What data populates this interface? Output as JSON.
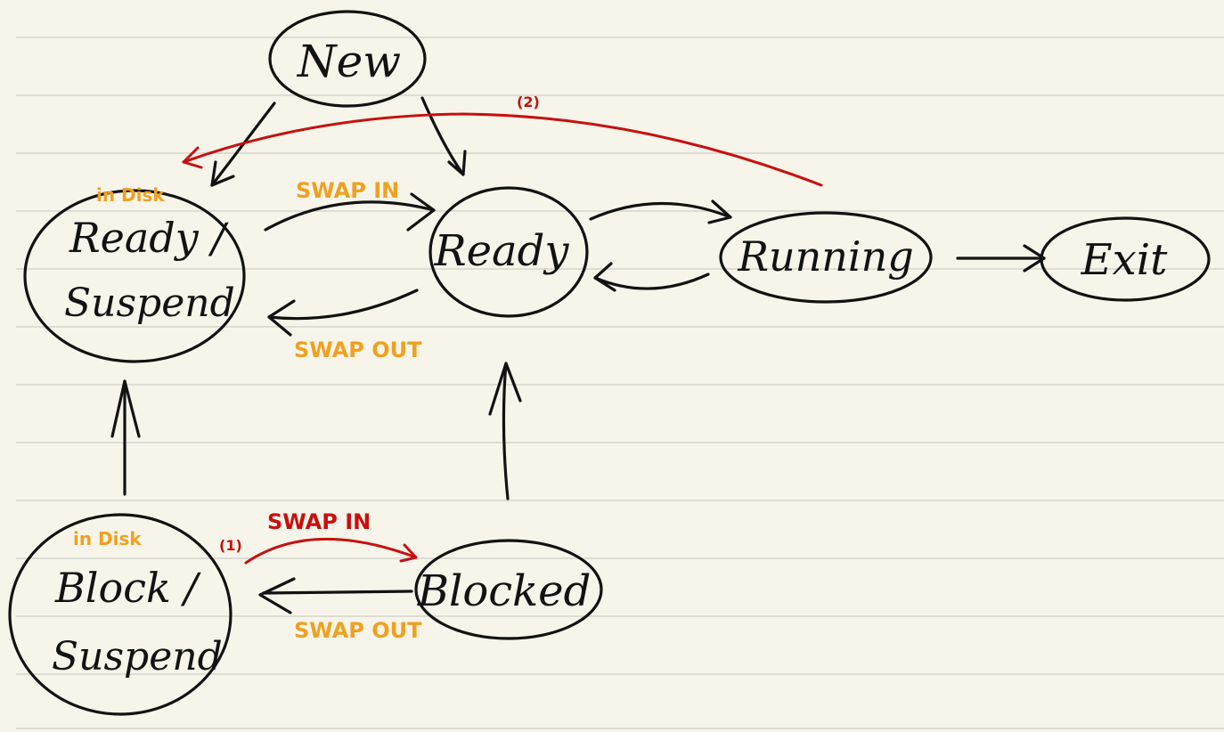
{
  "colors": {
    "paper": "#f7f5ea",
    "rule": "#d6d5cc",
    "ink": "#121212",
    "red": "#c80f0f",
    "orange": "#f0a020"
  },
  "nodes": {
    "new": "New",
    "ready_suspend_line1": "Ready /",
    "ready_suspend_line2": "Suspend",
    "ready": "Ready",
    "running": "Running",
    "exit": "Exit",
    "block_suspend_line1": "Block /",
    "block_suspend_line2": "Suspend",
    "blocked": "Blocked"
  },
  "annotations": {
    "in_disk_ready_suspend": "in Disk",
    "in_disk_block_suspend": "in Disk",
    "swap_in_top": "SWAP IN",
    "swap_out_top": "SWAP OUT",
    "swap_in_bottom": "SWAP IN",
    "swap_out_bottom": "SWAP OUT",
    "marker_1": "(1)",
    "marker_2": "(2)"
  }
}
